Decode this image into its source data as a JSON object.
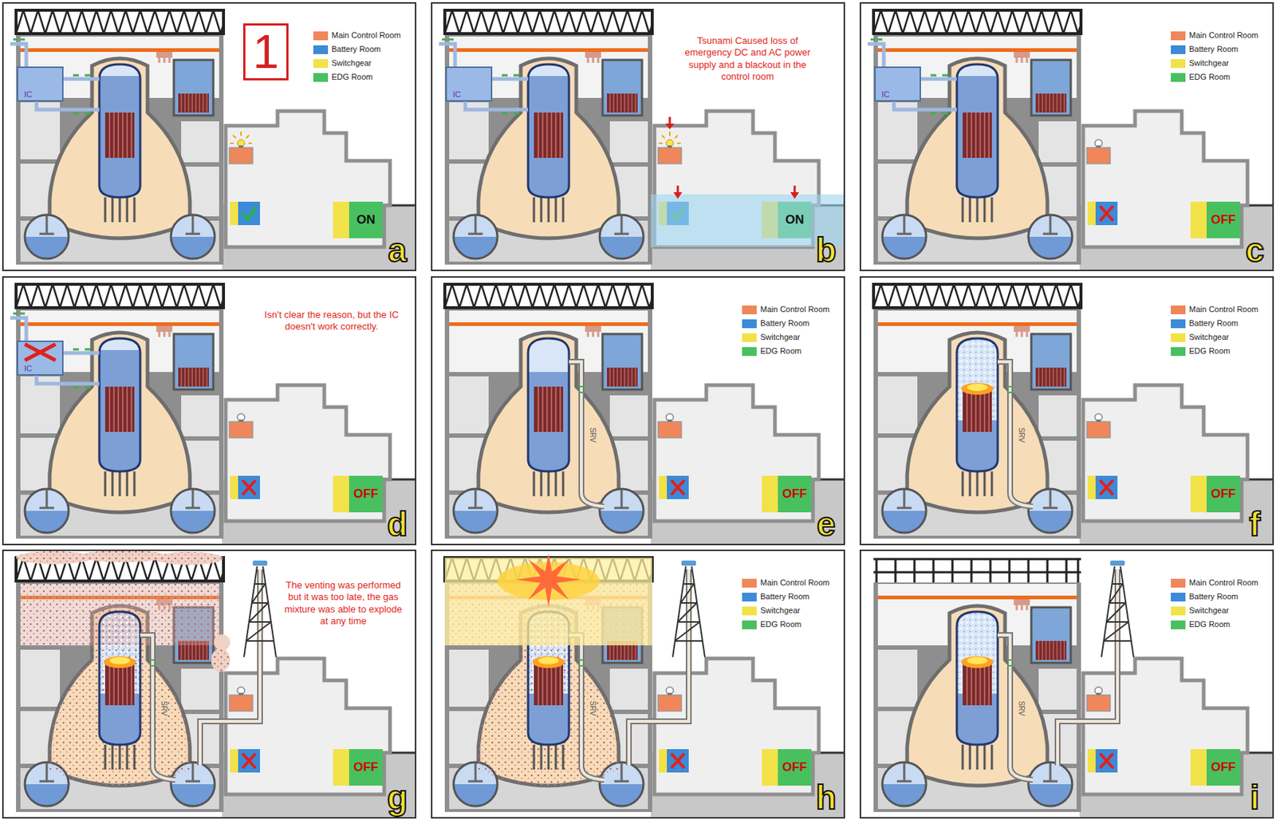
{
  "diagram": {
    "nodes": [
      {
        "text": [
          "IC"
        ]
      },
      {
        "text": [
          "ON"
        ]
      },
      {
        "text": [
          "IC"
        ]
      },
      {
        "text": [
          "ON"
        ]
      },
      {
        "text": [
          "IC"
        ]
      },
      {
        "text": [
          "OFF"
        ]
      },
      {
        "text": [
          "IC"
        ]
      },
      {
        "text": [
          "OFF"
        ]
      },
      {
        "text": [
          "OFF"
        ]
      },
      {
        "text": [
          "OFF"
        ]
      },
      {
        "text": [
          "OFF"
        ]
      },
      {
        "text": [
          "OFF"
        ]
      },
      {
        "text": [
          "OFF"
        ]
      }
    ],
    "labels": [
      "1",
      "a",
      "Tsunami Caused loss of emergency DC and AC power supply and a blackout in the control room",
      "b",
      "c",
      "Isn't clear the reason, but the IC doesn't work correctly.",
      "d",
      "SRV",
      "e",
      "SRV",
      "f",
      "The venting was performed but it was too late, the gas mixture was able to explode at any time",
      "SRV",
      "g",
      "SRV",
      "h",
      "SRV",
      "i"
    ],
    "legend": [
      {
        "text": "Main Control Room",
        "color": "#f0875a"
      },
      {
        "text": "Battery Room",
        "color": "#3d8bd6"
      },
      {
        "text": "Switchgear",
        "color": "#f2e24a"
      },
      {
        "text": "EDG Room",
        "color": "#49c060"
      },
      {
        "text": "Main Control Room",
        "color": "#f0875a"
      },
      {
        "text": "Battery Room",
        "color": "#3d8bd6"
      },
      {
        "text": "Switchgear",
        "color": "#f2e24a"
      },
      {
        "text": "EDG Room",
        "color": "#49c060"
      },
      {
        "text": "Main Control Room",
        "color": "#f0875a"
      },
      {
        "text": "Battery Room",
        "color": "#3d8bd6"
      },
      {
        "text": "Switchgear",
        "color": "#f2e24a"
      },
      {
        "text": "EDG Room",
        "color": "#49c060"
      },
      {
        "text": "Main Control Room",
        "color": "#f0875a"
      },
      {
        "text": "Battery Room",
        "color": "#3d8bd6"
      },
      {
        "text": "Switchgear",
        "color": "#f2e24a"
      },
      {
        "text": "EDG Room",
        "color": "#49c060"
      },
      {
        "text": "Main Control Room",
        "color": "#f0875a"
      },
      {
        "text": "Battery Room",
        "color": "#3d8bd6"
      },
      {
        "text": "Switchgear",
        "color": "#f2e24a"
      },
      {
        "text": "EDG Room",
        "color": "#49c060"
      },
      {
        "text": "Main Control Room",
        "color": "#f0875a"
      },
      {
        "text": "Battery Room",
        "color": "#3d8bd6"
      },
      {
        "text": "Switchgear",
        "color": "#f2e24a"
      },
      {
        "text": "EDG Room",
        "color": "#49c060"
      }
    ]
  }
}
